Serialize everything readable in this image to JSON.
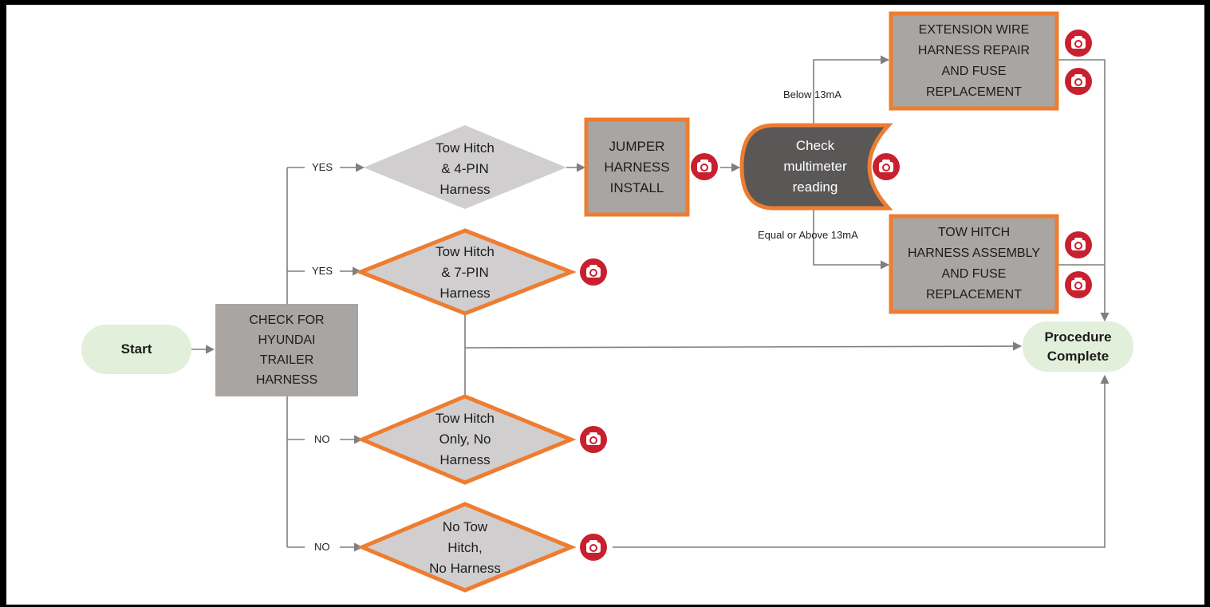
{
  "nodes": {
    "start": "Start",
    "check_harness": "CHECK FOR\nHYUNDAI\nTRAILER\nHARNESS",
    "tow_4pin": "Tow Hitch\n&  4-PIN\nHarness",
    "tow_7pin": "Tow Hitch\n&  7-PIN\nHarness",
    "tow_only": "Tow Hitch\nOnly, No\nHarness",
    "no_tow": "No Tow\nHitch,\nNo Harness",
    "jumper": "JUMPER\nHARNESS\nINSTALL",
    "multimeter": "Check\nmultimeter\nreading",
    "extension": "EXTENSION WIRE\nHARNESS REPAIR\nAND FUSE\nREPLACEMENT",
    "tow_assembly": "TOW HITCH\nHARNESS ASSEMBLY\nAND FUSE\nREPLACEMENT",
    "complete": "Procedure\nComplete"
  },
  "edge_labels": {
    "yes_4pin": "YES",
    "yes_7pin": "YES",
    "no_tow_only": "NO",
    "no_tow": "NO",
    "below": "Below 13mA",
    "above": "Equal or Above 13mA"
  },
  "icons": {
    "camera": "camera-icon"
  },
  "colors": {
    "gray_box": "#a9a5a3",
    "gray_diamond": "#d0cece",
    "orange": "#ed7d31",
    "dark_gray": "#5a5757",
    "terminal": "#e2efda",
    "camera_red": "#c8202e",
    "arrow": "#7f7f7f"
  }
}
